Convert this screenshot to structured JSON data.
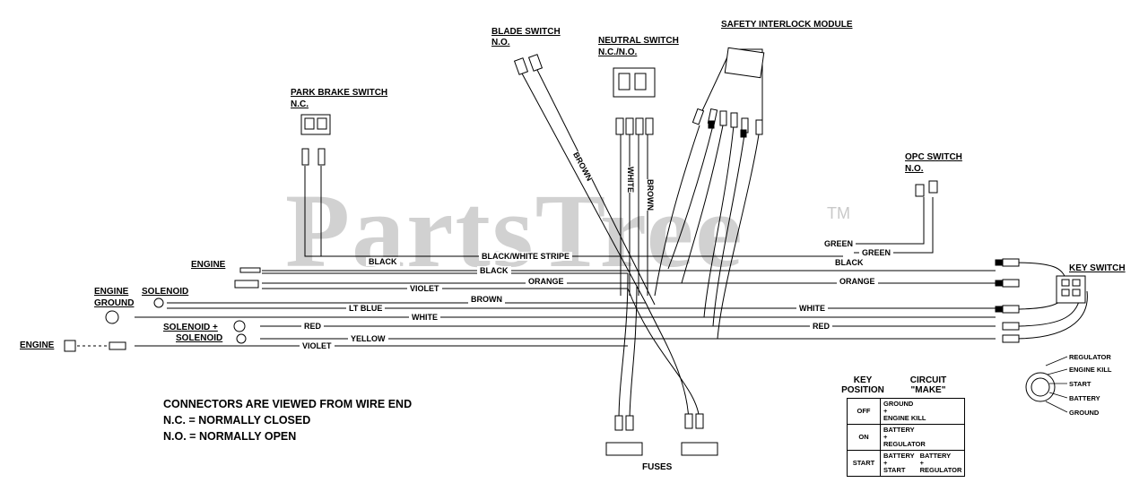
{
  "watermark": {
    "text": "PartsTree",
    "tm": "TM"
  },
  "labels": {
    "blade_switch": [
      "BLADE SWITCH",
      "N.O."
    ],
    "neutral_switch": [
      "NEUTRAL SWITCH",
      "N.C./N.O."
    ],
    "safety_module": "SAFETY INTERLOCK MODULE",
    "park_brake": [
      "PARK BRAKE SWITCH",
      "N.C."
    ],
    "opc_switch": [
      "OPC SWITCH",
      "N.O."
    ],
    "engine_top": "ENGINE",
    "engine_ground": [
      "ENGINE",
      "GROUND"
    ],
    "solenoid": "SOLENOID",
    "solenoid_plus": [
      "SOLENOID +",
      "SOLENOID"
    ],
    "engine_left": "ENGINE",
    "key_switch": "KEY SWITCH",
    "fuses": "FUSES"
  },
  "wires": {
    "black_white_stripe": "BLACK/WHITE STRIPE",
    "black_1": "BLACK",
    "black_2": "BLACK",
    "black_3": "BLACK",
    "orange_1": "ORANGE",
    "orange_2": "ORANGE",
    "violet_1": "VIOLET",
    "violet_2": "VIOLET",
    "brown_1": "BROWN",
    "brown_v1": "BROWN",
    "brown_v2": "BROWN",
    "white_v": "WHITE",
    "lt_blue": "LT BLUE",
    "white_1": "WHITE",
    "white_2": "WHITE",
    "red_1": "RED",
    "red_2": "RED",
    "yellow": "YELLOW",
    "green_1": "GREEN",
    "green_2": "GREEN"
  },
  "notes": [
    "CONNECTORS ARE VIEWED FROM WIRE END",
    "N.C. =  NORMALLY CLOSED",
    "N.O. = NORMALLY OPEN"
  ],
  "key_table": {
    "header_key": [
      "KEY",
      "POSITION"
    ],
    "header_circuit": [
      "CIRCUIT",
      "\"MAKE\""
    ],
    "rows": [
      {
        "position": "OFF",
        "circuit": [
          "GROUND",
          "+",
          "ENGINE KILL"
        ]
      },
      {
        "position": "ON",
        "circuit": [
          "BATTERY",
          "+",
          "REGULATOR"
        ]
      },
      {
        "position": "START",
        "circuit_a": [
          "BATTERY",
          "+",
          "START"
        ],
        "circuit_b": [
          "BATTERY",
          "+",
          "REGULATOR"
        ]
      }
    ]
  },
  "key_switch_legend": [
    "REGULATOR",
    "ENGINE KILL",
    "START",
    "BATTERY",
    "GROUND"
  ]
}
